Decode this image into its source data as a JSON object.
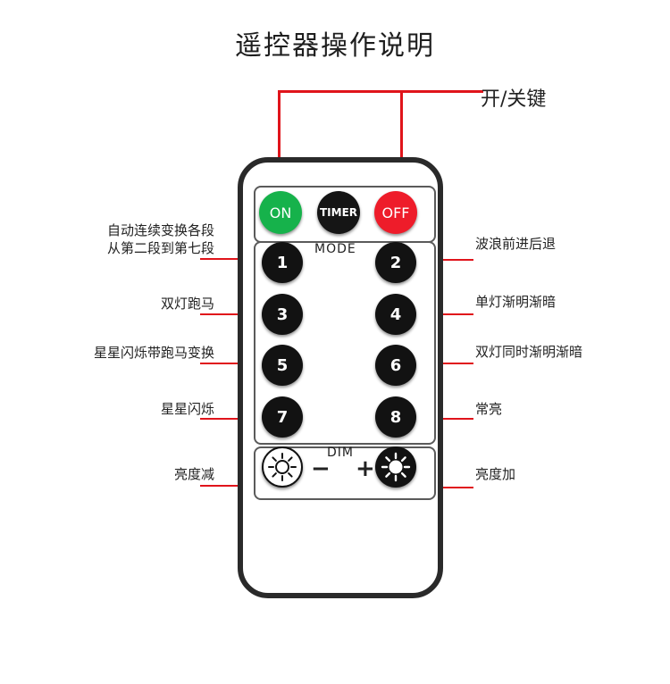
{
  "title": "遥控器操作说明",
  "power_label": "开/关键",
  "buttons": {
    "on": "ON",
    "timer": "TIMER",
    "off": "OFF",
    "mode_label": "MODE",
    "dim_label": "DIM",
    "minus": "−",
    "plus": "+",
    "numbers": [
      "1",
      "2",
      "3",
      "4",
      "5",
      "6",
      "7",
      "8"
    ]
  },
  "left_labels": [
    "自动连续变换各段",
    "从第二段到第七段",
    "双灯跑马",
    "星星闪烁带跑马变换",
    "星星闪烁",
    "亮度减"
  ],
  "right_labels": [
    "波浪前进后退",
    "单灯渐明渐暗",
    "双灯同时渐明渐暗",
    "常亮",
    "亮度加"
  ],
  "colors": {
    "accent_line": "#e0141b",
    "on_button": "#16b24b",
    "off_button": "#ee1c2a",
    "dark_button": "#121212"
  },
  "icons": [
    "sun-dim-icon",
    "sun-bright-icon"
  ]
}
